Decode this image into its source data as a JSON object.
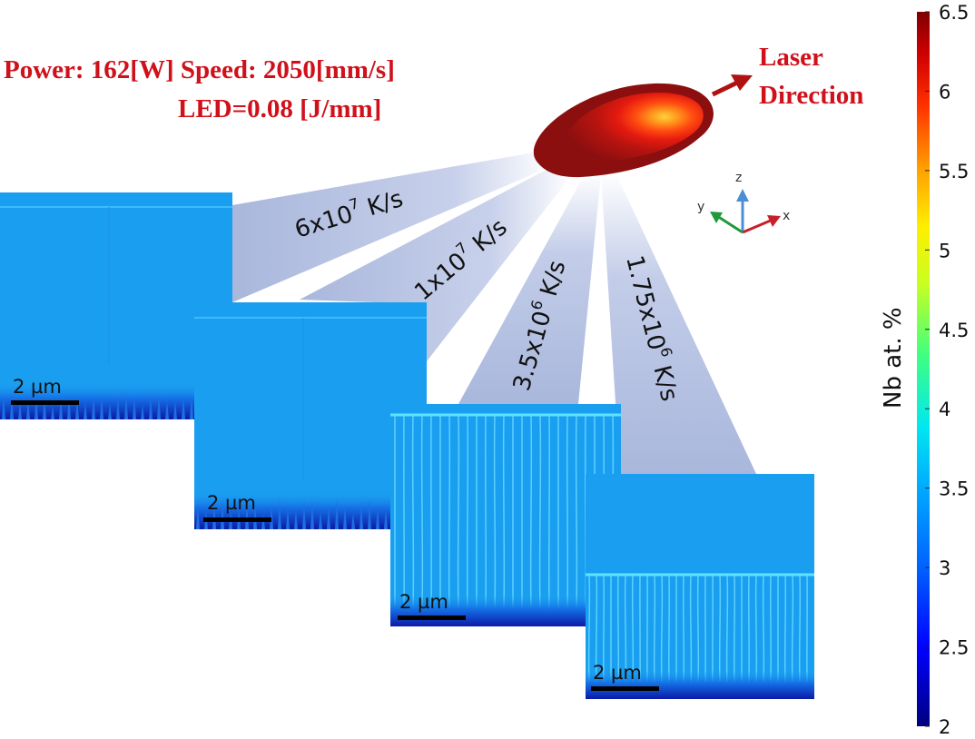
{
  "header": {
    "power_speed": "Power: 162[W]   Speed: 2050[mm/s]",
    "led": "LED=0.08 [J/mm]"
  },
  "laser": {
    "label_line1": "Laser",
    "label_line2": "Direction"
  },
  "rates": [
    {
      "base": "6x10",
      "exp": "7",
      "unit": " K/s"
    },
    {
      "base": "1x10",
      "exp": "7",
      "unit": " K/s"
    },
    {
      "base": "3.5x10",
      "exp": "6",
      "unit": " K/s"
    },
    {
      "base": "1.75x10",
      "exp": "6",
      "unit": " K/s"
    }
  ],
  "panels": [
    {
      "scale_label": "2 µm"
    },
    {
      "scale_label": "2 µm"
    },
    {
      "scale_label": "2 µm"
    },
    {
      "scale_label": "2 µm"
    }
  ],
  "axes": {
    "x": "x",
    "y": "y",
    "z": "z"
  },
  "colorbar": {
    "label": "Nb at. %",
    "min": 2,
    "max": 6.5,
    "ticks": [
      "6.5",
      "6",
      "5.5",
      "5",
      "4.5",
      "4",
      "3.5",
      "3",
      "2.5",
      "2"
    ]
  },
  "colors": {
    "title_red": "#d0101a",
    "melt_pool_dark": "#8b0f0f",
    "panel_blue": "#1a9ff0",
    "beam": "#aab8de"
  }
}
